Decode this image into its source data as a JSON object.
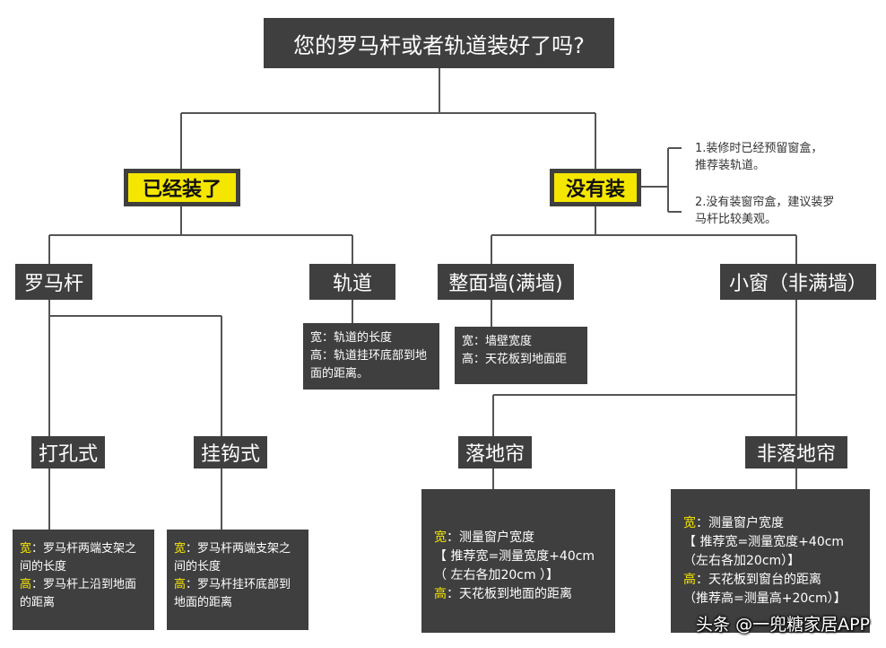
{
  "title": "您的罗马杆或者轨道装好了吗?",
  "branches": {
    "installed": "已经装了",
    "not_installed": "没有装"
  },
  "notes": {
    "n1_line1": "1.装修时已经预留窗盒，",
    "n1_line2": "推荐装轨道。",
    "n2_line1": "2.没有装窗帘盒，建议装罗",
    "n2_line2": "马杆比较美观。"
  },
  "categories": {
    "roman_rod": "罗马杆",
    "track": "轨道",
    "full_wall": "整面墙(满墙)",
    "small_window": "小窗（非满墙）",
    "drill_type": "打孔式",
    "hook_type": "挂钩式",
    "floor_curtain": "落地帘",
    "non_floor_curtain": "非落地帘"
  },
  "labels": {
    "width": "宽",
    "height": "高"
  },
  "desc": {
    "track_w": "：轨道的长度",
    "track_h": "：轨道挂环底部到地面的距离。",
    "wall_w": "：墙壁宽度",
    "wall_h": "：天花板到地面距",
    "drill_w": "：罗马杆两端支架之间的长度",
    "drill_h": "：罗马杆上沿到地面的距离",
    "hook_w": "：罗马杆两端支架之间的长度",
    "hook_h": "：罗马杆挂环底部到地面的距离",
    "floor_w": "：测量窗户宽度",
    "floor_rec1": "【 推荐宽=测量宽度+40cm",
    "floor_rec2": "（ 左右各加20cm ）】",
    "floor_h": "：天花板到地面的距离",
    "nf_w": "：测量窗户宽度",
    "nf_rec1": "【 推荐宽=测量宽度+40cm",
    "nf_rec2": "（左右各加20cm）】",
    "nf_h": "：天花板到窗台的距离",
    "nf_rec3": "（推荐高=测量高+20cm）】"
  },
  "watermark": "头条 @一兜糖家居APP",
  "colors": {
    "box": "#3f3f3f",
    "accent": "#f5e600",
    "line": "#555555"
  }
}
